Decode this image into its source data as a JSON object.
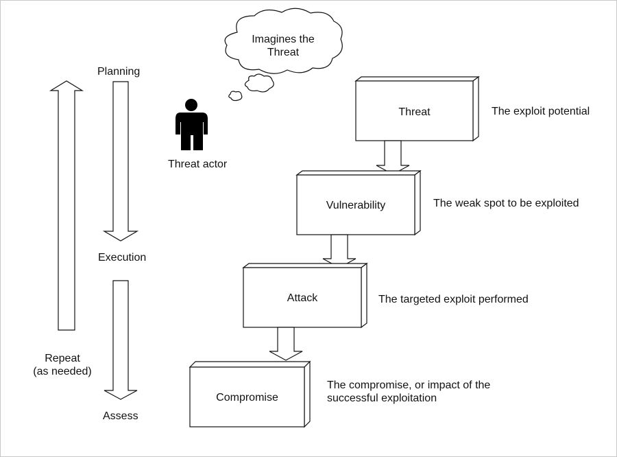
{
  "cloud_text": "Imagines the\nThreat",
  "actor_label": "Threat actor",
  "cycle": {
    "planning": "Planning",
    "execution": "Execution",
    "assess": "Assess",
    "repeat_line1": "Repeat",
    "repeat_line2": "(as needed)"
  },
  "chain": [
    {
      "name": "Threat",
      "description": "The exploit potential"
    },
    {
      "name": "Vulnerability",
      "description": "The weak spot to be exploited"
    },
    {
      "name": "Attack",
      "description": "The targeted exploit performed"
    },
    {
      "name": "Compromise",
      "description_line1": "The compromise, or impact of the",
      "description_line2": "successful exploitation"
    }
  ]
}
